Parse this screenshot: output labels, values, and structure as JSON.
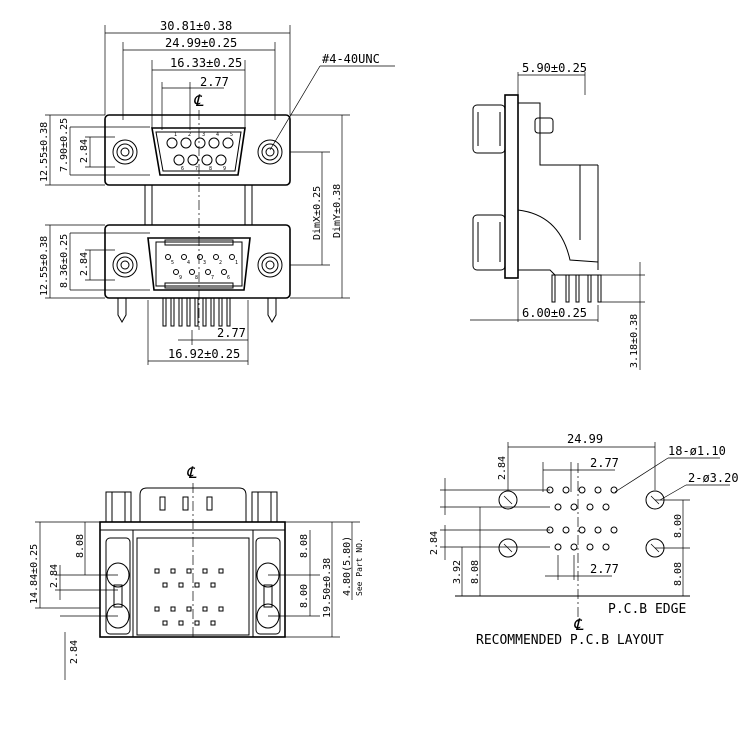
{
  "centerline_symbol": "℄",
  "front_view": {
    "dim_overall_width": "30.81±0.38",
    "dim_shell_width": "24.99±0.25",
    "dim_top_pin_span": "16.33±0.25",
    "dim_top_pitch": "2.77",
    "dim_thread": "#4-40UNC",
    "dim_top_height": "12.55±0.38",
    "dim_top_shell": "7.90±0.25",
    "dim_top_offset": "2.84",
    "dim_bottom_height": "12.55±0.38",
    "dim_bottom_shell": "8.36±0.25",
    "dim_bottom_offset": "2.84",
    "dim_x": "DimX±0.25",
    "dim_y": "DimY±0.38",
    "dim_bottom_pitch": "2.77",
    "dim_bottom_pin_span": "16.92±0.25",
    "top_pin_numbers": [
      "1",
      "2",
      "3",
      "4",
      "5",
      "6",
      "7",
      "8",
      "9"
    ],
    "bottom_pin_numbers": [
      "1",
      "2",
      "3",
      "4",
      "5",
      "6",
      "7",
      "8",
      "9"
    ]
  },
  "side_view": {
    "dim_flange_depth": "5.90±0.25",
    "dim_board_depth": "6.00±0.25",
    "dim_tail_length": "3.18±0.38"
  },
  "bottom_view": {
    "dim_total_height": "14.84±0.25",
    "dim_upper_offset": "8.08",
    "dim_left_pitch": "2.84",
    "dim_right_upper": "8.08",
    "dim_right_spacing": "8.00",
    "dim_body_depth": "19.50±0.38",
    "dim_standoff": "4.80(5.80)",
    "see_part_no": "See Part NO.",
    "dim_left_bottom": "2.84"
  },
  "pcb_layout": {
    "dim_width": "24.99",
    "dim_small_holes": "18-ø1.10",
    "dim_big_holes": "2-ø3.20",
    "dim_top_pitch": "2.77",
    "dim_left_top": "2.84",
    "dim_left_mid": "2.84",
    "dim_left_low": "3.92",
    "dim_left_bottom": "8.08",
    "dim_right_top": "8.00",
    "dim_right_bottom": "8.08",
    "dim_bottom_pitch": "2.77",
    "pcb_edge": "P.C.B EDGE",
    "caption": "RECOMMENDED P.C.B LAYOUT"
  }
}
